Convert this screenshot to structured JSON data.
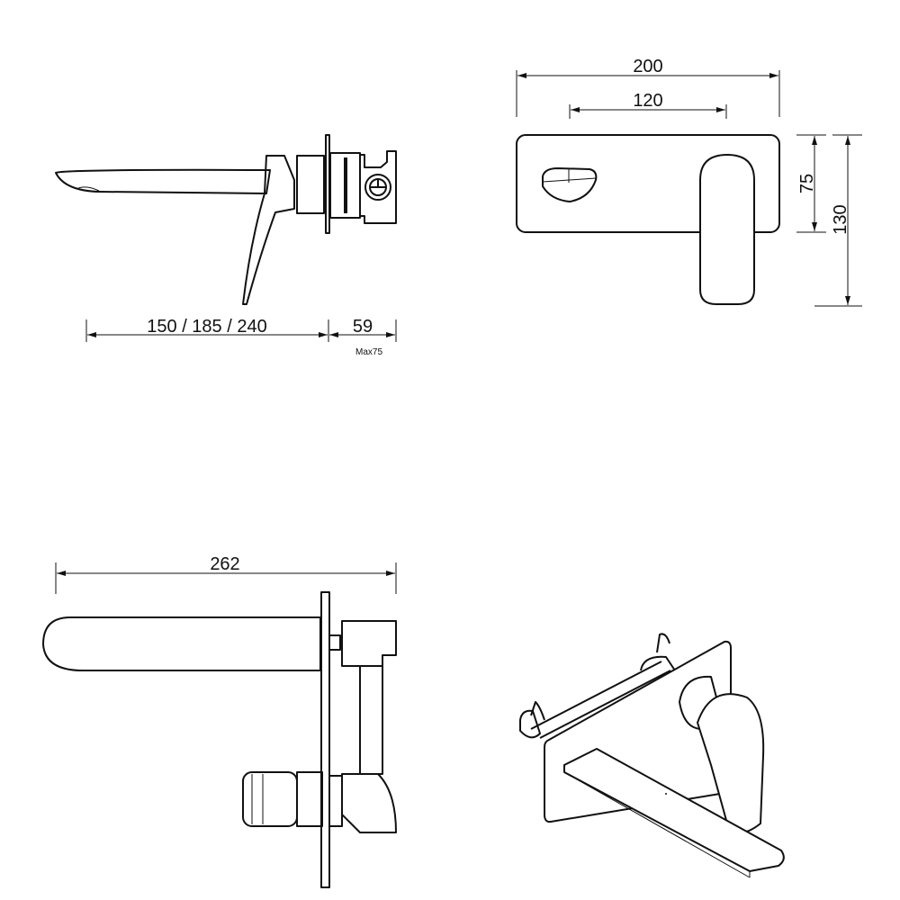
{
  "drawing": {
    "side_view": {
      "length_label": "150 / 185 / 240",
      "depth_label": "59",
      "depth_max_label": "Max75"
    },
    "front_view": {
      "width_label": "200",
      "centers_label": "120",
      "plate_height_label": "75",
      "overall_height_label": "130"
    },
    "rear_side_view": {
      "overall_length_label": "262"
    },
    "isometric_view": {}
  }
}
